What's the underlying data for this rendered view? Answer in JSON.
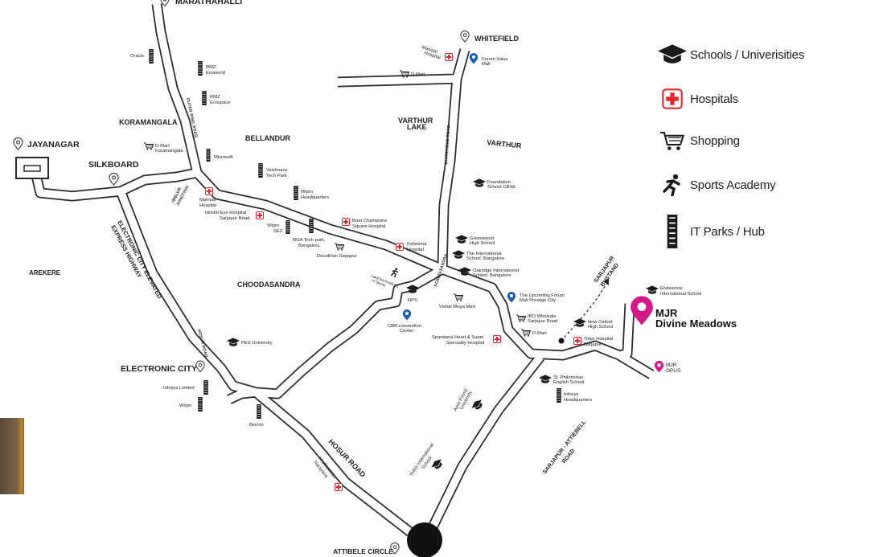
{
  "legend": {
    "schools": "Schools / Univerisities",
    "hospitals": "Hospitals",
    "shopping": "Shopping",
    "sports": "Sports Academy",
    "it_parks": "IT Parks / Hub"
  },
  "project": {
    "line1": "MJR",
    "line2": "Divine Meadows",
    "color": "#d6198a"
  },
  "mjr_opus": {
    "line1": "MJR",
    "line2": "OPUS"
  },
  "cities": {
    "marathahalli": "MARATHAHALLI",
    "whitefield": "WHITEFIELD",
    "jayanagar": "JAYANAGAR",
    "silkboard": "SILKBOARD",
    "electronic_city": "ELECTRONIC CITY",
    "attibele_circle": "ATTIBELE CIRCLE"
  },
  "areas": {
    "koramangala": "KORAMANGALA",
    "bellandur": "BELLANDUR",
    "varthur_lake_1": "VARTHUR",
    "varthur_lake_2": "LAKE",
    "varthur": "VARTHUR",
    "arekere": "AREKERE",
    "choodasandra": "CHOODASANDRA"
  },
  "roads": {
    "outer_ring": "OUTER RING ROAD",
    "whitefield_road": "WHITEFIELD ROAD",
    "hosur_road_small": "HOSUR ROAD",
    "hosur_road": "HOSUR ROAD",
    "elevated_1": "ELECTRONIC CITY ELEVATED",
    "elevated_2": "EXPRESS HIGHWAY",
    "dommasandra": "DOMMASANDRA",
    "sarjapur_attibele_1": "SARJAPUR - ATTIEBELL",
    "sarjapur_attibele_2": "ROAD",
    "sarjapur_busstand_1": "SARJAPUR",
    "sarjapur_busstand_2": "BUSTAND",
    "ibblur_1": "IBBLUR",
    "ibblur_2": "JUNCTION"
  },
  "pois": {
    "oracle": "Oracle",
    "rmz_ecoworld_1": "RMZ",
    "rmz_ecoworld_2": "Ecoworld",
    "rmz_ecospace_1": "RMZ",
    "rmz_ecospace_2": "Ecospace",
    "dmart_kor_1": "D-Mart",
    "dmart_kor_2": "Koramangala",
    "microsoft": "Microsoft",
    "vaishnavo_1": "Vaishnavo",
    "vaishnavo_2": "Tech Park",
    "manipal_1": "Manipal",
    "manipal_2": "Hospital",
    "idrishti_1": "Idrishti Eye Hospital",
    "idrishti_2": "Sarjapur Road",
    "wipro_hq_1": "Wipro",
    "wipro_hq_2": "Headquarters",
    "wipro_sez_1": "Wipro",
    "wipro_sez_2": "SEZ",
    "rga_1": "RGA Tech park,",
    "rga_2": "Bengaluru",
    "bren_1": "Bren Champions",
    "bren_2": "Square Hospital",
    "decathlon": "Decathlon Sarjapur",
    "manipal_wf_1": "Manipal",
    "manipal_wf_2": "Hospital",
    "forum_value_1": "Forum Value",
    "forum_value_2": "Mall",
    "dmart_wf": "D-Mart",
    "foundation_1": "Foundation",
    "foundation_2": "School CBSE",
    "kshema_1": "Ksheema",
    "kshema_2": "Hospital",
    "greenwood_1": "Greenwood",
    "greenwood_2": "High School",
    "intl_school_1": "The International",
    "intl_school_2": "School, Bangalore",
    "oakridge_1": "Oakridge International",
    "oakridge_2": "School, Bangalore",
    "lakshya_1": "Lakshya Academy",
    "lakshya_2": "of Sports",
    "dps": "DPS",
    "vishal": "Vishal Mega Mart",
    "cbr_1": "CBR convention",
    "cbr_2": "Center",
    "upcoming_forum_1": "The Upcoming Forum",
    "upcoming_forum_2": "Mall Prestige City",
    "ibo_1": "IBO Wholsale",
    "ibo_2": "Sarjapur Road",
    "dmart_sar": "D-Mart",
    "endeavour_1": "Endeavour",
    "endeavour_2": "International School",
    "new_oxford_1": "New Oxford",
    "new_oxford_2": "High School",
    "town_hospital_1": "Town Hospital",
    "town_hospital_2": "Sarjapur",
    "spandana_1": "Spandana Heart & Super",
    "spandana_2": "Speciality Hospital",
    "pes": "PES University",
    "infosys_ltd": "Infosys Limited",
    "wirpo": "Wirpo",
    "biocon": "Biocon",
    "st_philo_1": "St. Philominas",
    "st_philo_2": "English School",
    "infosys_hq_1": "Infosys",
    "infosys_hq_2": "Headquarters",
    "azim_1": "Azim Premji",
    "azim_2": "University",
    "indus_1": "Indus International",
    "indus_2": "School",
    "narayana_1": "Narayana",
    "narayana_2": "Hrudayalaya"
  },
  "colors": {
    "road_outline": "#2b2b2b",
    "hospital": "#e0262b",
    "pin_blue": "#1f5fb0",
    "text": "#222222"
  }
}
